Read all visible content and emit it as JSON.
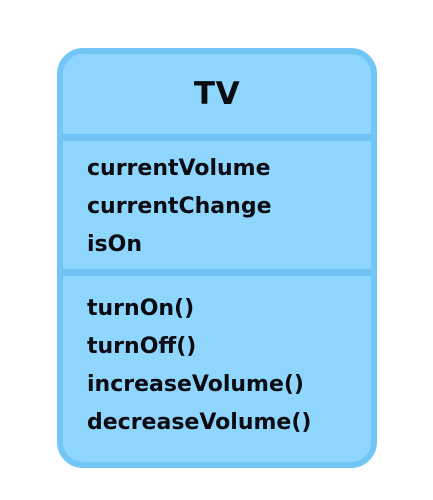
{
  "class_box": {
    "name": "TV",
    "attributes": [
      "currentVolume",
      "currentChange",
      "isOn"
    ],
    "methods": [
      "turnOn()",
      "turnOff()",
      "increaseVolume()",
      "decreaseVolume()"
    ]
  },
  "colors": {
    "fill": "#8fd6ff",
    "border": "#72c6f6",
    "divider": "#6fc3f4",
    "text": "#0b0b12",
    "background": "#ffffff"
  }
}
